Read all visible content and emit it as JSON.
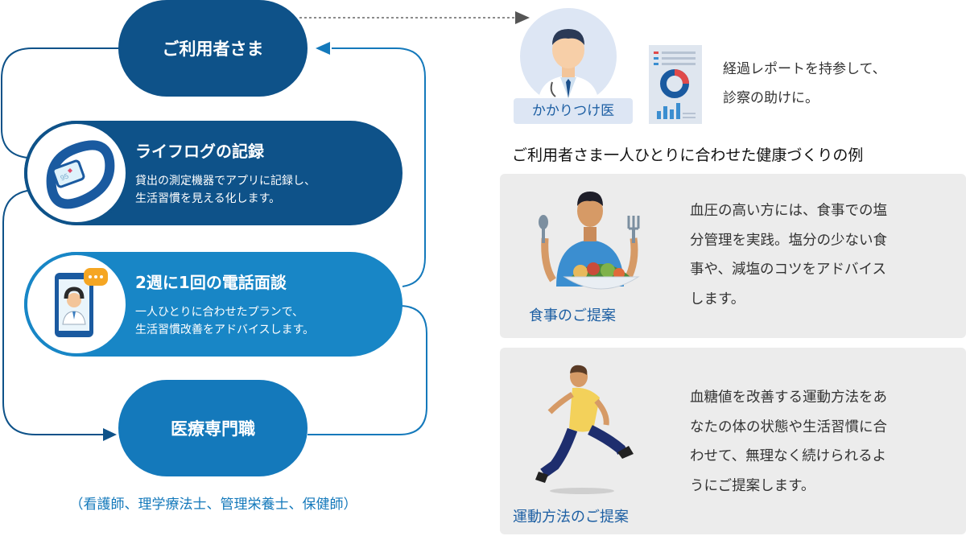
{
  "flow": {
    "user_label": "ご利用者さま",
    "professional_label": "医療専門職",
    "professional_note": "（看護師、理学療法士、管理栄養士、保健師）",
    "steps": [
      {
        "title": "ライフログの記録",
        "description": "貸出の測定機器でアプリに記録し、\n生活習慣を見える化します。",
        "icon": "wearable-band-icon"
      },
      {
        "title": "2週に1回の電話面談",
        "description": "一人ひとりに合わせたプランで、\n生活習慣改善をアドバイスします。",
        "icon": "tablet-call-icon"
      }
    ],
    "band_display_value": "95"
  },
  "doctor": {
    "label": "かかりつけ医",
    "report_text": "経過レポートを持参して、\n診察の助けに。"
  },
  "examples": {
    "heading": "ご利用者さま一人ひとりに合わせた健康づくりの例",
    "items": [
      {
        "label": "食事のご提案",
        "text": "血圧の高い方には、食事での塩\n分管理を実践。塩分の少ない食\n事や、減塩のコツをアドバイス\nします。",
        "icon": "meal-person-icon"
      },
      {
        "label": "運動方法のご提案",
        "text": "血糖値を改善する運動方法をあ\nなたの体の状態や生活習慣に合\nわせて、無理なく続けられるよ\nうにご提案します。",
        "icon": "runner-icon"
      }
    ]
  },
  "colors": {
    "dark_blue": "#0e5289",
    "mid_blue": "#1479bb",
    "light_blue": "#1886c6",
    "panel_gray": "#ececec"
  }
}
